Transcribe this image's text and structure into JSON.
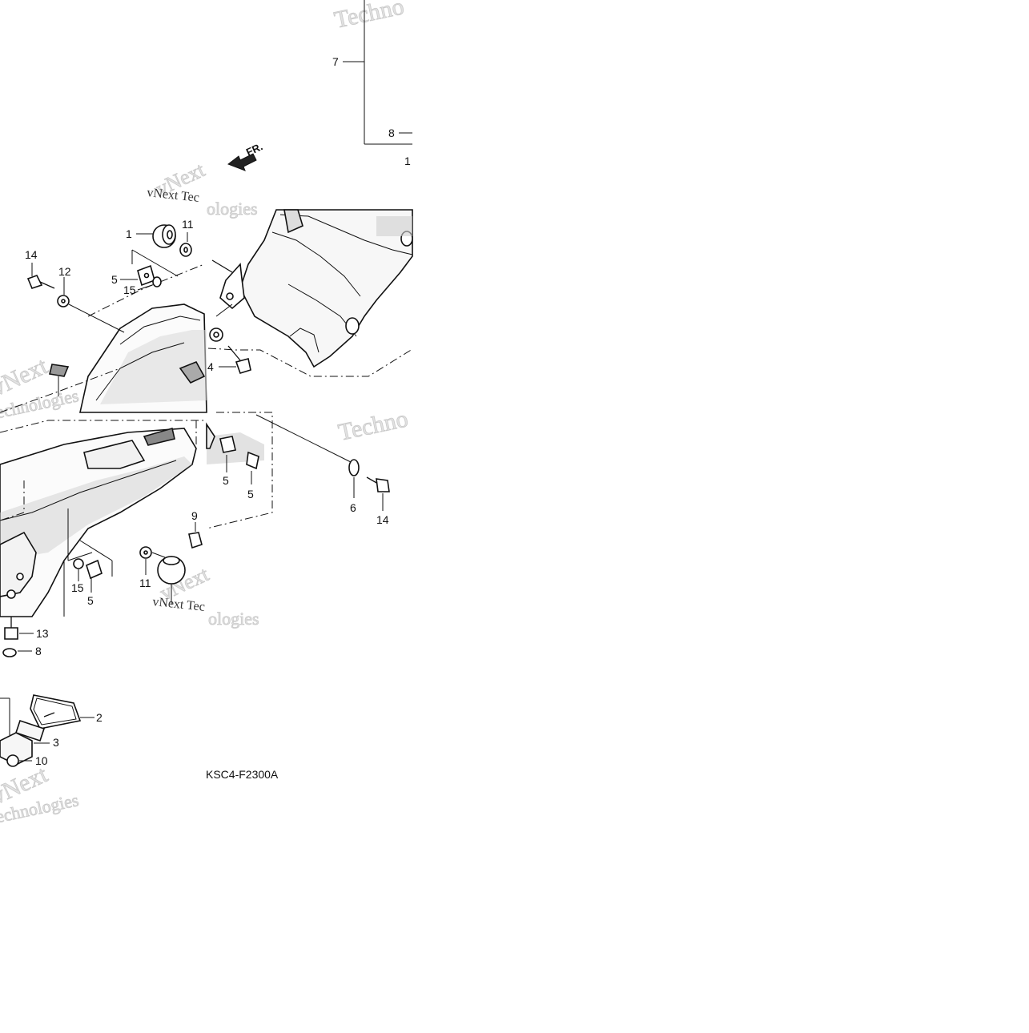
{
  "diagram": {
    "code": "KSC4-F2300A",
    "direction": "FR.",
    "watermarks": {
      "technologies": "Technologies",
      "techno": "Techno",
      "vnext": "vNext",
      "vnext_tec": "vNext Tec",
      "ologies": "ologies"
    },
    "callouts": [
      {
        "id": "c7",
        "text": "7"
      },
      {
        "id": "c8a",
        "text": "8"
      },
      {
        "id": "c1a",
        "text": "1"
      },
      {
        "id": "c1b",
        "text": "1"
      },
      {
        "id": "c11a",
        "text": "11"
      },
      {
        "id": "c14a",
        "text": "14"
      },
      {
        "id": "c12",
        "text": "12"
      },
      {
        "id": "c5a",
        "text": "5"
      },
      {
        "id": "c15a",
        "text": "15"
      },
      {
        "id": "c4",
        "text": "4"
      },
      {
        "id": "c5b",
        "text": "5"
      },
      {
        "id": "c5c",
        "text": "5"
      },
      {
        "id": "c6",
        "text": "6"
      },
      {
        "id": "c14b",
        "text": "14"
      },
      {
        "id": "c9",
        "text": "9"
      },
      {
        "id": "c11b",
        "text": "11"
      },
      {
        "id": "c15b",
        "text": "15"
      },
      {
        "id": "c5d",
        "text": "5"
      },
      {
        "id": "c13",
        "text": "13"
      },
      {
        "id": "c8b",
        "text": "8"
      },
      {
        "id": "c2",
        "text": "2"
      },
      {
        "id": "c3",
        "text": "3"
      },
      {
        "id": "c10",
        "text": "10"
      }
    ]
  }
}
